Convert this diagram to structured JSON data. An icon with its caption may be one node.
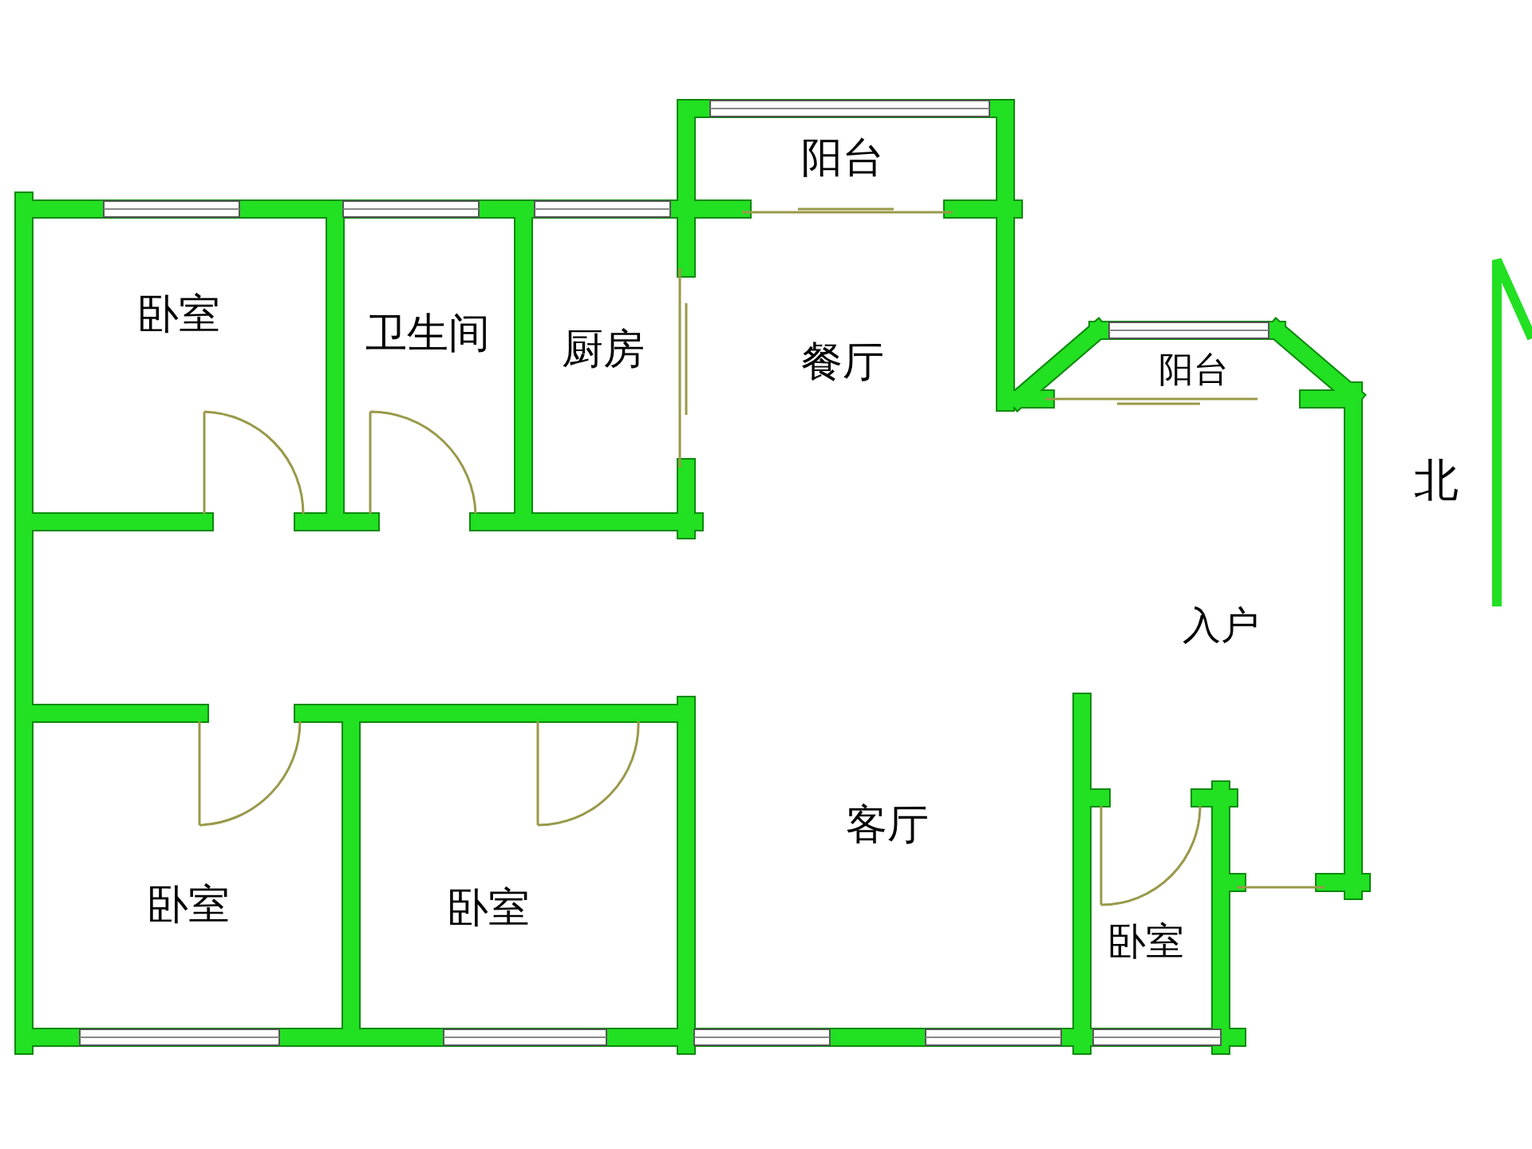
{
  "diagram": {
    "nodes": [
      {
        "text": [
          "阳台"
        ]
      },
      {
        "text": [
          "卧室"
        ]
      },
      {
        "text": [
          "卫生间"
        ]
      },
      {
        "text": [
          "厨房"
        ]
      },
      {
        "text": [
          "餐厅"
        ]
      },
      {
        "text": [
          "阳台"
        ]
      },
      {
        "text": [
          "入户"
        ]
      },
      {
        "text": [
          "客厅"
        ]
      },
      {
        "text": [
          "卧室"
        ]
      },
      {
        "text": [
          "卧室"
        ]
      },
      {
        "text": [
          "卧室"
        ]
      }
    ],
    "labels": [
      "北"
    ]
  }
}
